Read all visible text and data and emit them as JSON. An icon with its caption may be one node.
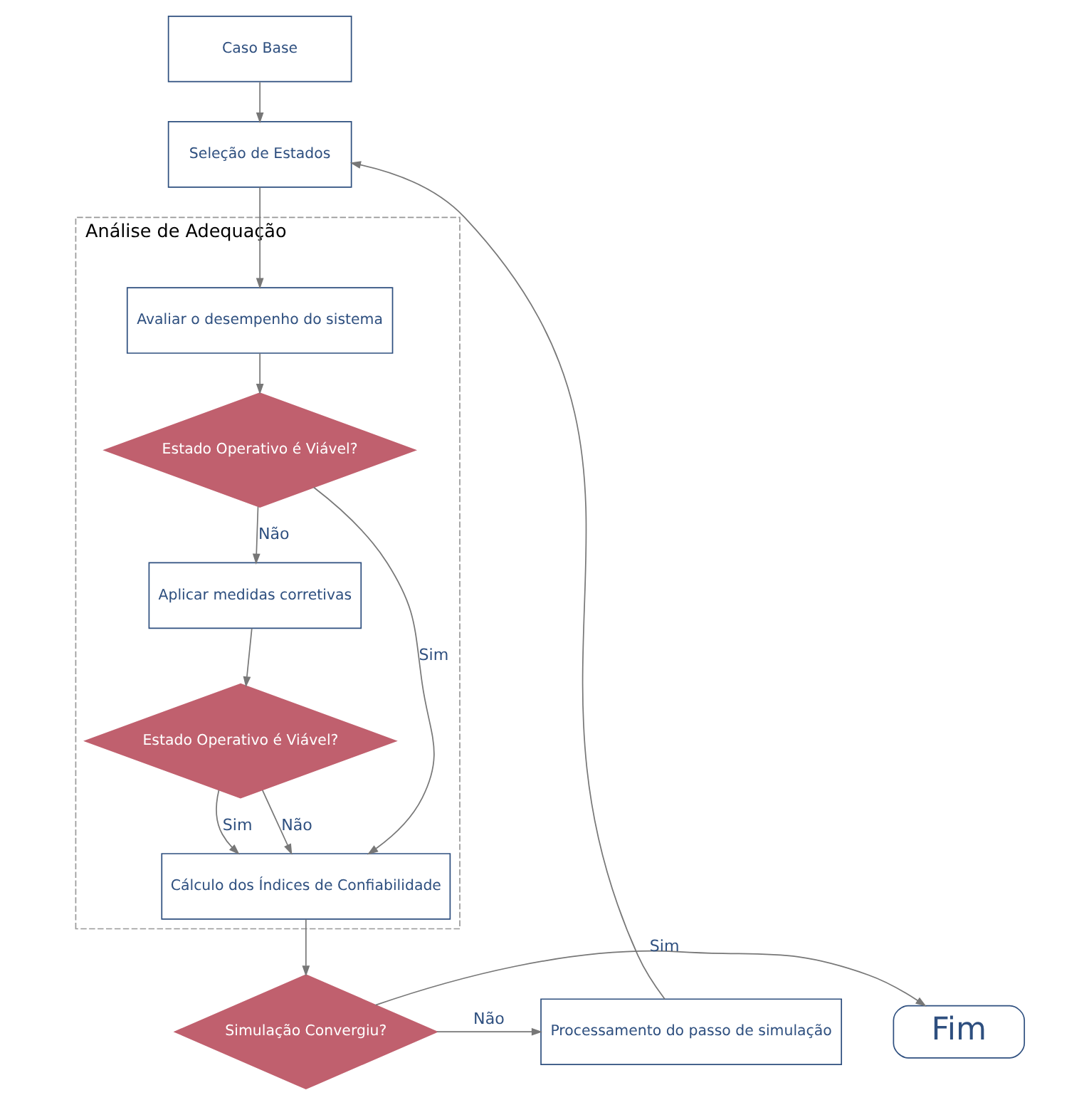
{
  "diagram": {
    "nodes": [
      {
        "text": [
          "Caso Base"
        ]
      },
      {
        "text": [
          "Seleção de Estados"
        ]
      },
      {
        "text": [
          "Análise de Adequação"
        ]
      },
      {
        "text": [
          "Avaliar o desempenho do sistema"
        ],
        "in": 2
      },
      {
        "text": [
          "Estado Operativo é Viável?"
        ],
        "in": 2
      },
      {
        "text": [
          "Aplicar medidas corretivas"
        ],
        "in": 2
      },
      {
        "text": [
          "Estado Operativo é Viável?"
        ],
        "in": 2
      },
      {
        "text": [
          "Cálculo dos Índices de Confiabilidade"
        ],
        "in": 2
      },
      {
        "text": [
          "Simulação Convergiu?"
        ]
      },
      {
        "text": [
          "Fim"
        ]
      },
      {
        "text": [
          "Processamento do passo de simulação"
        ]
      }
    ],
    "edges": [
      {
        "from": 0,
        "to": 1,
        "arrow": "to"
      },
      {
        "from": 1,
        "to": 3,
        "arrow": "to"
      },
      {
        "from": 3,
        "to": 4,
        "arrow": "to"
      },
      {
        "from": 4,
        "to": 7,
        "arrow": "to",
        "label": "Sim"
      },
      {
        "from": 4,
        "to": 5,
        "arrow": "to",
        "label": "Não"
      },
      {
        "from": 5,
        "to": 6,
        "arrow": "to"
      },
      {
        "from": 6,
        "to": 7,
        "arrow": "to",
        "label": "Sim"
      },
      {
        "from": 6,
        "to": 7,
        "arrow": "to",
        "label": "Não"
      },
      {
        "from": 7,
        "to": 8,
        "arrow": "to"
      },
      {
        "from": 8,
        "to": 9,
        "arrow": "to",
        "label": "Sim"
      },
      {
        "from": 8,
        "to": 10,
        "arrow": "to",
        "label": "Não"
      },
      {
        "from": 10,
        "to": 1,
        "arrow": "to"
      }
    ]
  }
}
